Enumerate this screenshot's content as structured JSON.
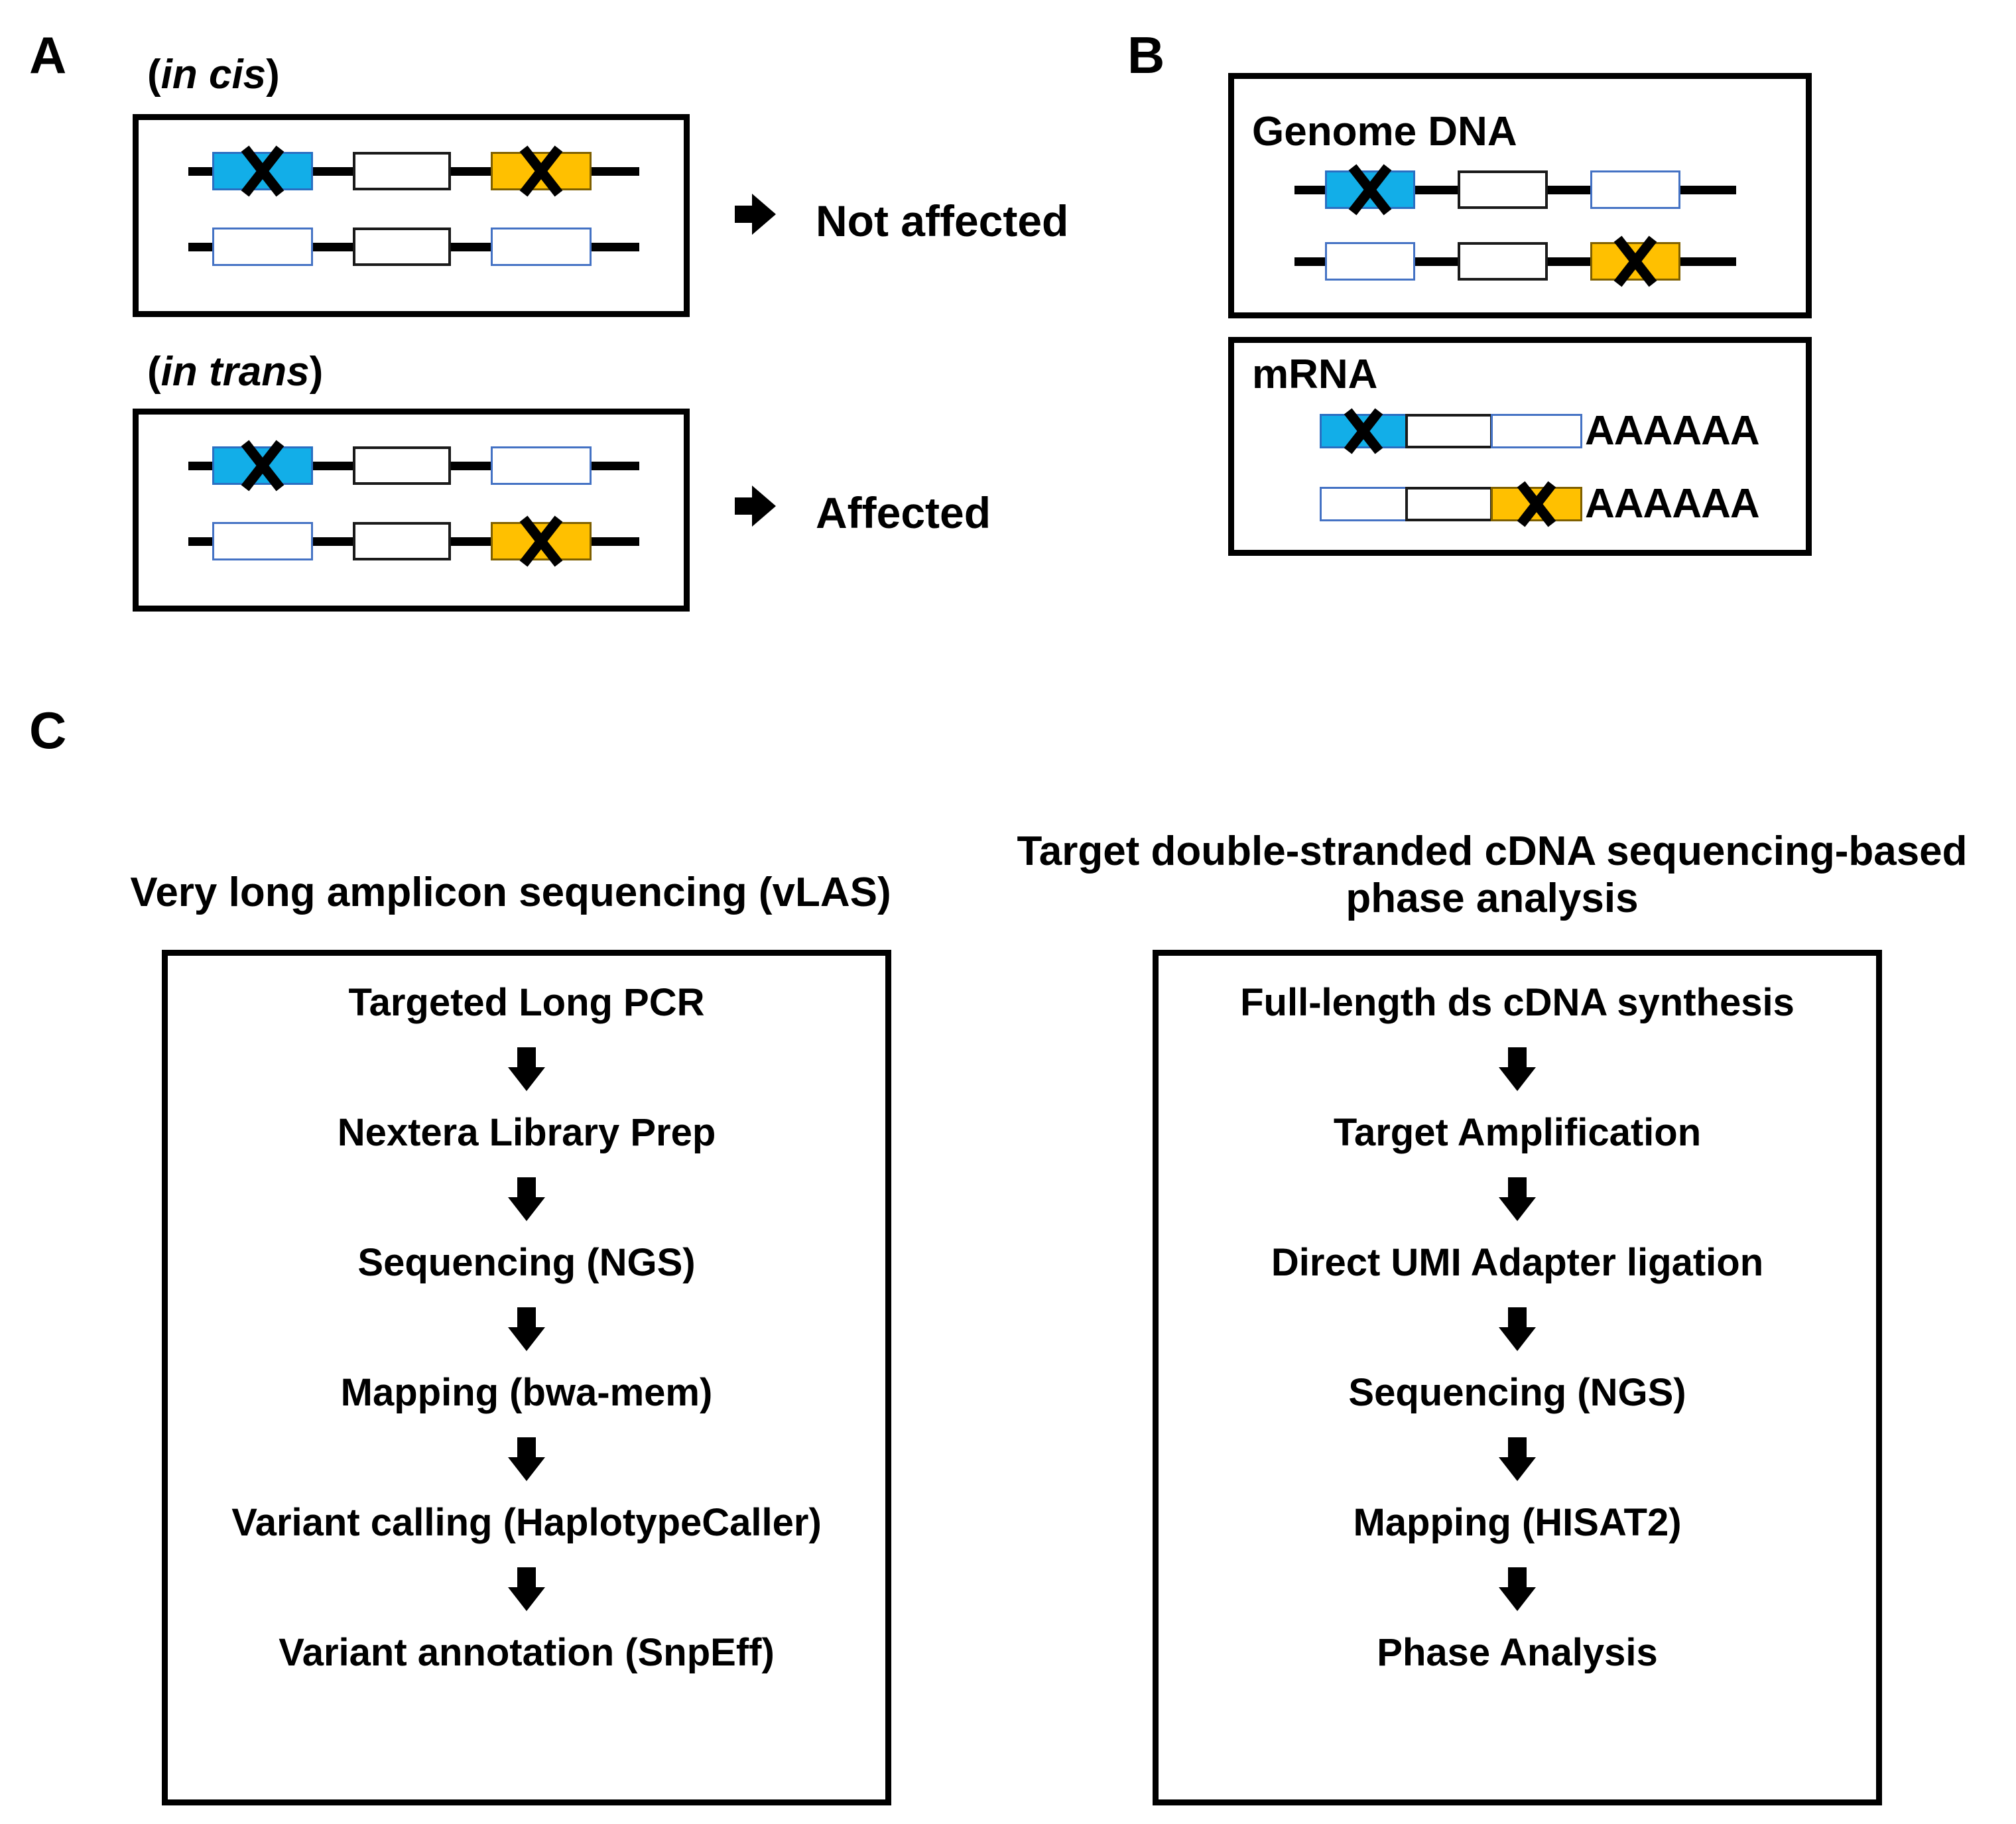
{
  "figure": {
    "panels": [
      {
        "letter": "A"
      },
      {
        "letter": "B"
      },
      {
        "letter": "C"
      }
    ]
  },
  "panel_a": {
    "letter": "A",
    "cis": {
      "caption_open": "(",
      "caption_italic": "in cis",
      "caption_close": ")",
      "outcome": "Not affected",
      "alleles": [
        {
          "exons": [
            "blue-mutated",
            "white-dark",
            "yellow-mutated"
          ]
        },
        {
          "exons": [
            "white-blue",
            "white-dark",
            "white-blue"
          ]
        }
      ]
    },
    "trans": {
      "caption_open": "(",
      "caption_italic": "in trans",
      "caption_close": ")",
      "outcome": "Affected",
      "alleles": [
        {
          "exons": [
            "blue-mutated",
            "white-dark",
            "white-blue"
          ]
        },
        {
          "exons": [
            "white-blue",
            "white-dark",
            "yellow-mutated"
          ]
        }
      ]
    }
  },
  "panel_b": {
    "letter": "B",
    "genome_dna": {
      "label": "Genome DNA",
      "alleles": [
        {
          "exons": [
            "blue-mutated",
            "white-dark",
            "white-blue"
          ]
        },
        {
          "exons": [
            "white-blue",
            "white-dark",
            "yellow-mutated"
          ]
        }
      ]
    },
    "mrna": {
      "label": "mRNA",
      "transcripts": [
        {
          "exons": [
            "blue-mutated",
            "white-dark",
            "white-blue"
          ],
          "tail": "AAAAAA"
        },
        {
          "exons": [
            "white-blue",
            "white-dark",
            "yellow-mutated"
          ],
          "tail": "AAAAAA"
        }
      ]
    }
  },
  "panel_c": {
    "letter": "C",
    "workflows": [
      {
        "title": "Very long amplicon sequencing (vLAS)",
        "steps": [
          "Targeted Long PCR",
          "Nextera Library Prep",
          "Sequencing (NGS)",
          "Mapping (bwa-mem)",
          "Variant calling (HaplotypeCaller)",
          "Variant annotation (SnpEff)"
        ]
      },
      {
        "title": "Target double-stranded cDNA sequencing-based\nphase analysis",
        "steps": [
          "Full-length ds cDNA synthesis",
          "Target Amplification",
          "Direct UMI Adapter ligation",
          "Sequencing (NGS)",
          "Mapping (HISAT2)",
          "Phase Analysis"
        ]
      }
    ]
  },
  "colors": {
    "exon_blue": "#12AEE8",
    "exon_yellow": "#FFC000",
    "exon_outline_blue": "#4472c4",
    "exon_outline_dark": "#1a1a1a",
    "line_black": "#000000",
    "background": "#ffffff"
  }
}
